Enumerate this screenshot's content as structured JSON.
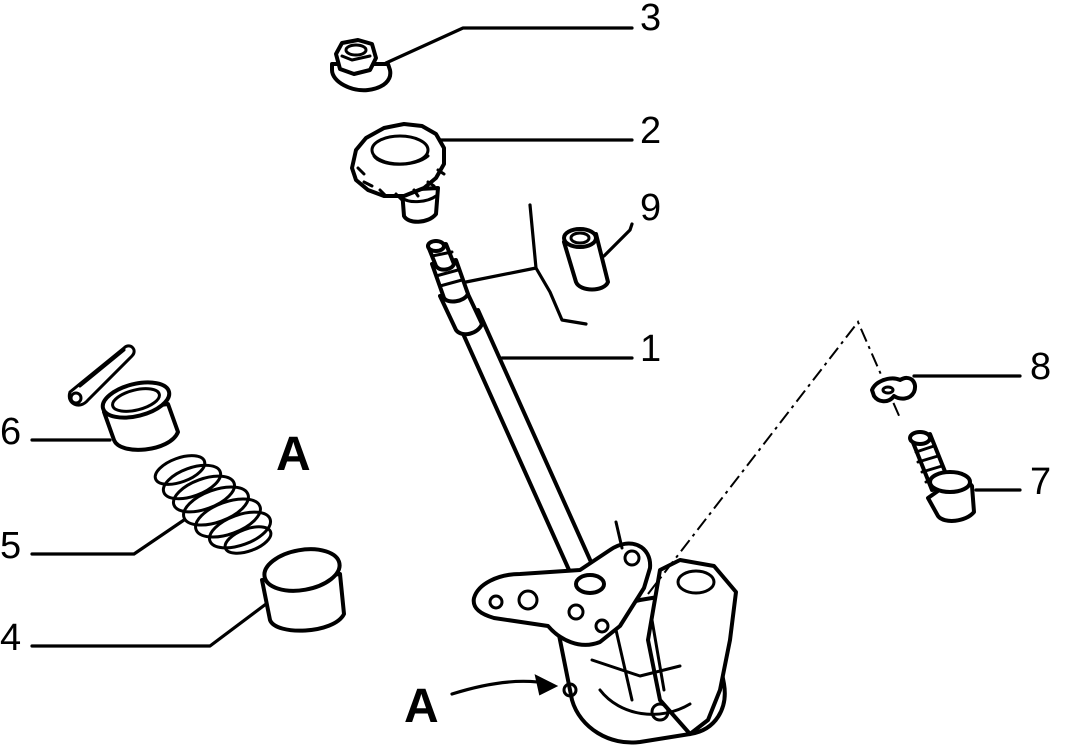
{
  "callouts": {
    "c1": "1",
    "c2": "2",
    "c3": "3",
    "c4": "4",
    "c5": "5",
    "c6": "6",
    "c7": "7",
    "c8": "8",
    "c9": "9"
  },
  "view_labels": {
    "detail": "A",
    "pointer": "A"
  },
  "colors": {
    "ink": "#000000",
    "paper": "#ffffff"
  }
}
